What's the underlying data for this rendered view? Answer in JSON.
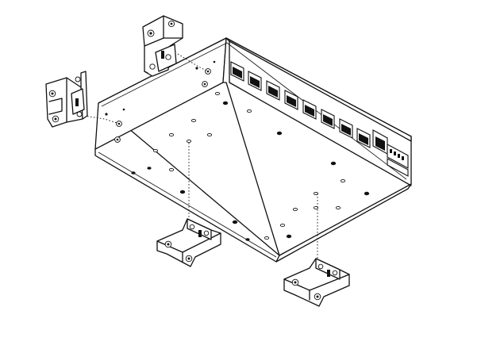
{
  "diagram": {
    "parts": [
      {
        "name": "switch-chassis",
        "ports": 8
      },
      {
        "name": "mounting-bracket",
        "count": 4
      }
    ]
  }
}
